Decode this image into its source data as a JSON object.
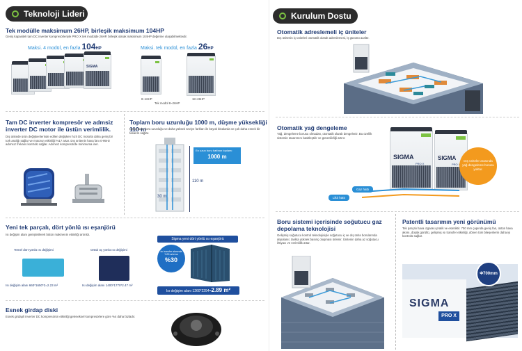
{
  "left": {
    "badge": "Teknoloji Lideri",
    "modular": {
      "title": "Tek modülle maksimum 26HP, birleşik maksimum 104HP",
      "desc": "Geniş kapasiteli tam DC inverter kompresörleriyle PRO X tek modülde 26HP, birleşik olarak maksimum 104HP değerine ulaşabilmektedir.",
      "combined_prefix": "Maksi. 4 modül, en fazla",
      "combined_value": "104",
      "combined_unit": "HP",
      "single_prefix": "Maksi. tek modül, en fazla",
      "single_value": "26",
      "single_unit": "HP",
      "cap_a": "8~16HP",
      "cap_b": "18~26HP",
      "cap_c": "Tek modül 8~26HP"
    },
    "compressor": {
      "title": "Tam DC inverter kompresör ve admsiz inverter DC motor ile üstün verimlilik.",
      "desc": "Dış ünitede ürün değişkenlerinde edilen değişken hızlı DC motorla daha geniş bir tork aralığı sağlar ve motorun etkinliği %17 artar. Dış ünitenin hava fanı 0-95Hz adımsız frekans kontrolü sağlar. Adımsız kompresörde minimuma iner."
    },
    "piping": {
      "title": "Toplam boru uzunluğu 1000 m, düşme yüksekliği 110 m",
      "desc": "Daha fazla boru uzunluğu ve daha yüksek seviye farkları ile büyük binalarda ve çok daha esnek bir tasarım sağlar.",
      "total_label": "En uzun boru hattının toplamı",
      "total_value": "1000 m",
      "drop_value": "110 m",
      "height_value": "30 m"
    },
    "exchanger": {
      "title": "Yeni tek parçalı, dört yönlü ısı eşanjörü",
      "desc": "Isı değişim alanı genişletilerek bütün makinenin etkinliği artırıldı.",
      "a_label": "Temel dört yönlü ısı değişimi",
      "a_area": "Isı değişim alanı 660*1650*2=2.23 m²",
      "b_label": "Ortak üç yönlü ısı değişimi",
      "b_area": "Isı değişim alanı 1400*1770*2.47 m²",
      "c_label": "Sigma yeni dört yönlü ısı eşanjörü",
      "c_bubble_text": "Isı transfer alanında %30 artırma",
      "c_bubble_value": "%30",
      "c_area_prefix": "Isı değişim alanı 1260*2294=",
      "c_area_value": "2.89 m²"
    },
    "vortex": {
      "title": "Esnek girdap diski",
      "desc": "Esnek girdapli inverter DC kompresörün etkinliği geleneksel kompresörlere göre %4 daha fazladır."
    }
  },
  "right": {
    "badge": "Kurulum Dostu",
    "addressing": {
      "title": "Otomatik adreslemeli iç üniteler",
      "desc": "Dış ünitenin iç üniteleri otomatik olarak adreslemesi, iş gücünü azaltır."
    },
    "oil": {
      "title": "Otomatik yağ dengeleme",
      "desc": "Yağ, dengeleme borusu olmadan, otomatik olarak dengelenir. Bu özellik sistemin tasarımını basitleştirir ve güvenilirliği artırır.",
      "bubble": "Dış üniteler arasında yağ dengeleme borusu yoktur.",
      "gas_line": "Gaz hattı",
      "liquid_line": "Likit hattı",
      "brand": "SIGMA",
      "brand_sub": "PRO X"
    },
    "storage": {
      "title": "Boru sistemi içerisinde soğutucu gaz depolama teknolojisi",
      "desc": "Gelişmiş soğutucu kontrol teknolojisiyle soğutucu iç ve dış ünite borularında depolanır, tankta yüksek basınç oluşması önlenir. Ünitenin daha az soğutucu ihtiyacı ve verimlilik artar."
    },
    "design": {
      "title": "Patentli tasarımın yeni görünümü",
      "desc": "Tek parçalı hava ızgarası pratik ve estetiktir. 700 mm çapında geniş fan, üstün hava akımı, düşük gürültü, gelişmiş ısı transfer etkinliği, dönen tüm bileşenlerin daha iyi kontrolü sağlar.",
      "fan_size": "Φ700mm",
      "brand": "SIGMA",
      "brand_sub": "PRO X"
    }
  },
  "colors": {
    "accent_green": "#7cc242",
    "title_navy": "#1f3a73",
    "accent_blue": "#2a8fd6",
    "bubble_orange": "#f39a1e",
    "badge_bg": "#2c2c2c"
  }
}
